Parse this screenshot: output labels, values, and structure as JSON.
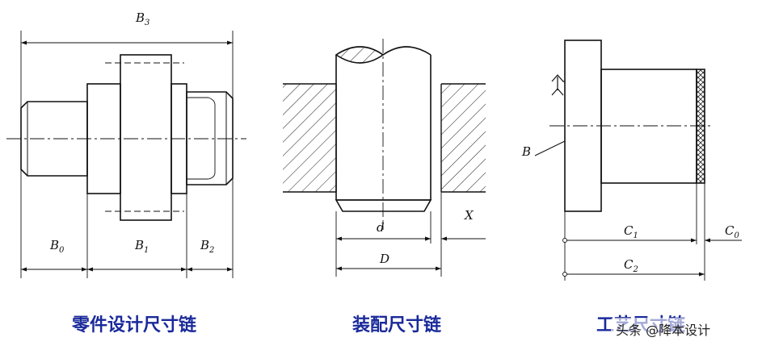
{
  "captions": {
    "part": "零件设计尺寸链",
    "assembly": "装配尺寸链",
    "process": "工艺尺寸链"
  },
  "watermark": "头条 @降本设计",
  "labels": {
    "B3_base": "B",
    "B3_sub": "3",
    "B0_base": "B",
    "B0_sub": "0",
    "B1_base": "B",
    "B1_sub": "1",
    "B2_base": "B",
    "B2_sub": "2",
    "d": "d",
    "D": "D",
    "X": "X",
    "B": "B",
    "C1_base": "C",
    "C1_sub": "1",
    "C0_base": "C",
    "C0_sub": "0",
    "C2_base": "C",
    "C2_sub": "2"
  }
}
